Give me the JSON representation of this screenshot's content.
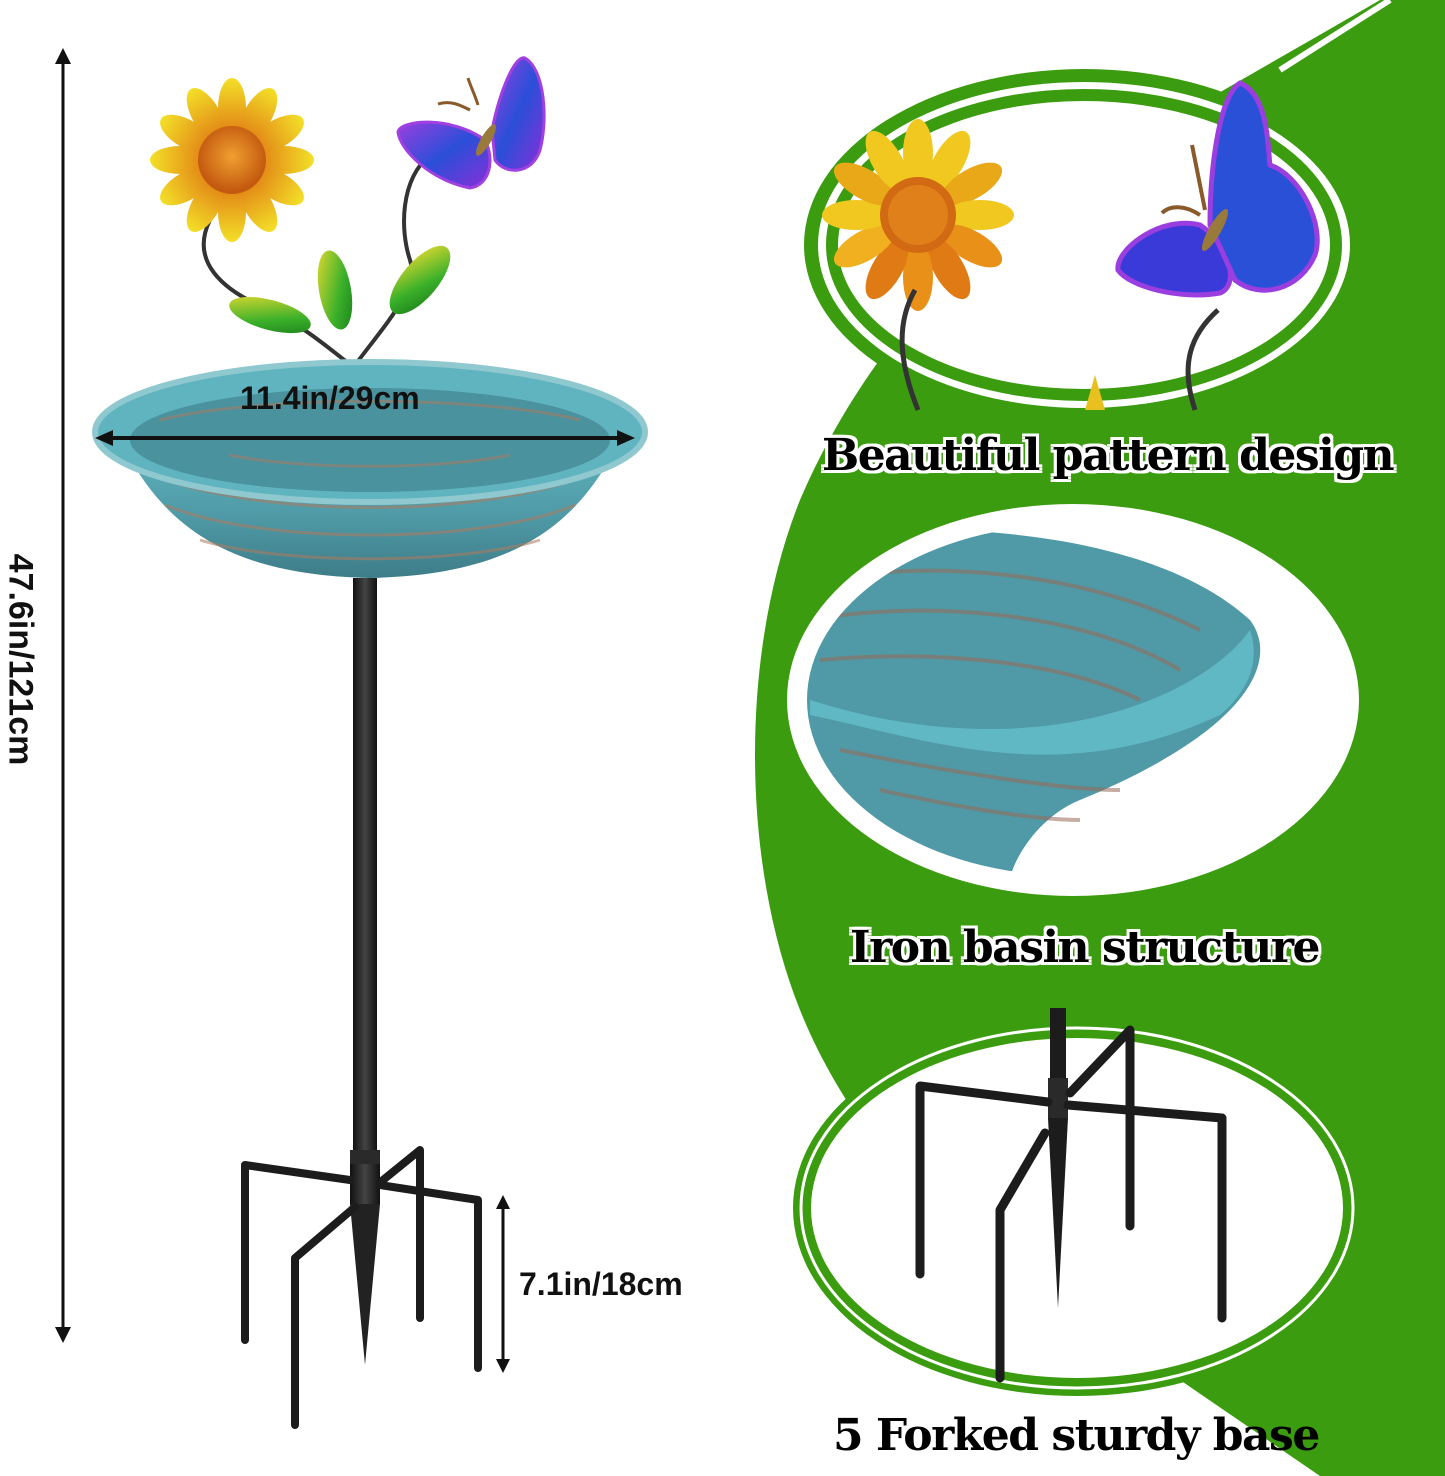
{
  "product": {
    "name": "Bird bath with sunflower and butterfly decoration",
    "colors": {
      "accent_green": "#3a9c0e",
      "basin_teal": "#4f9aa6",
      "basin_copper": "#b07a5e",
      "stake_black": "#1c1c1c",
      "text": "#111111"
    }
  },
  "dimensions": {
    "height_label": "47.6in/121cm",
    "basin_diameter_label": "11.4in/29cm",
    "base_height_label": "7.1in/18cm"
  },
  "features": [
    {
      "id": "pattern",
      "caption": "Beautiful pattern design",
      "image": "sunflower-butterfly-closeup"
    },
    {
      "id": "basin",
      "caption": "Iron basin structure",
      "image": "basin-closeup"
    },
    {
      "id": "base",
      "caption": "5 Forked sturdy base",
      "image": "forked-base-closeup"
    }
  ]
}
